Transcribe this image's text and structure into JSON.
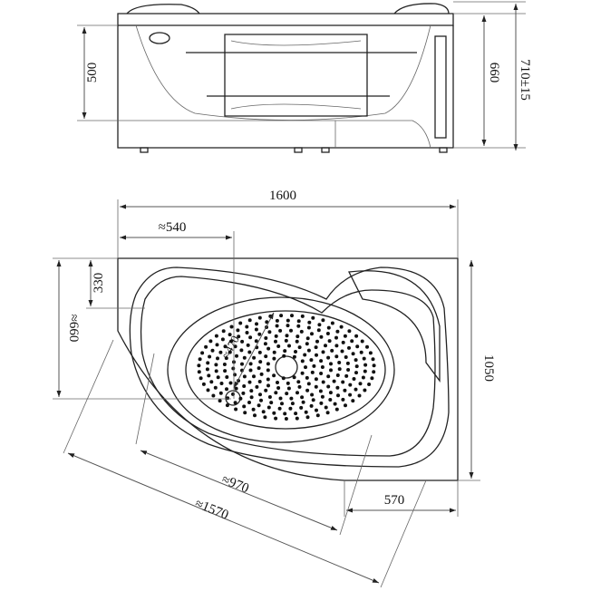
{
  "side_view": {
    "dims": {
      "bath_depth": "500",
      "height": "660",
      "overall_height": "710±15"
    }
  },
  "plan_view": {
    "dims": {
      "length": "1600",
      "offset_left": "≈540",
      "offset_top": "330",
      "width_left": "≈660",
      "width": "1050",
      "inner_length": "≈970",
      "right_side": "570",
      "diagonal": "≈1570",
      "basin_width": "≈470"
    }
  }
}
